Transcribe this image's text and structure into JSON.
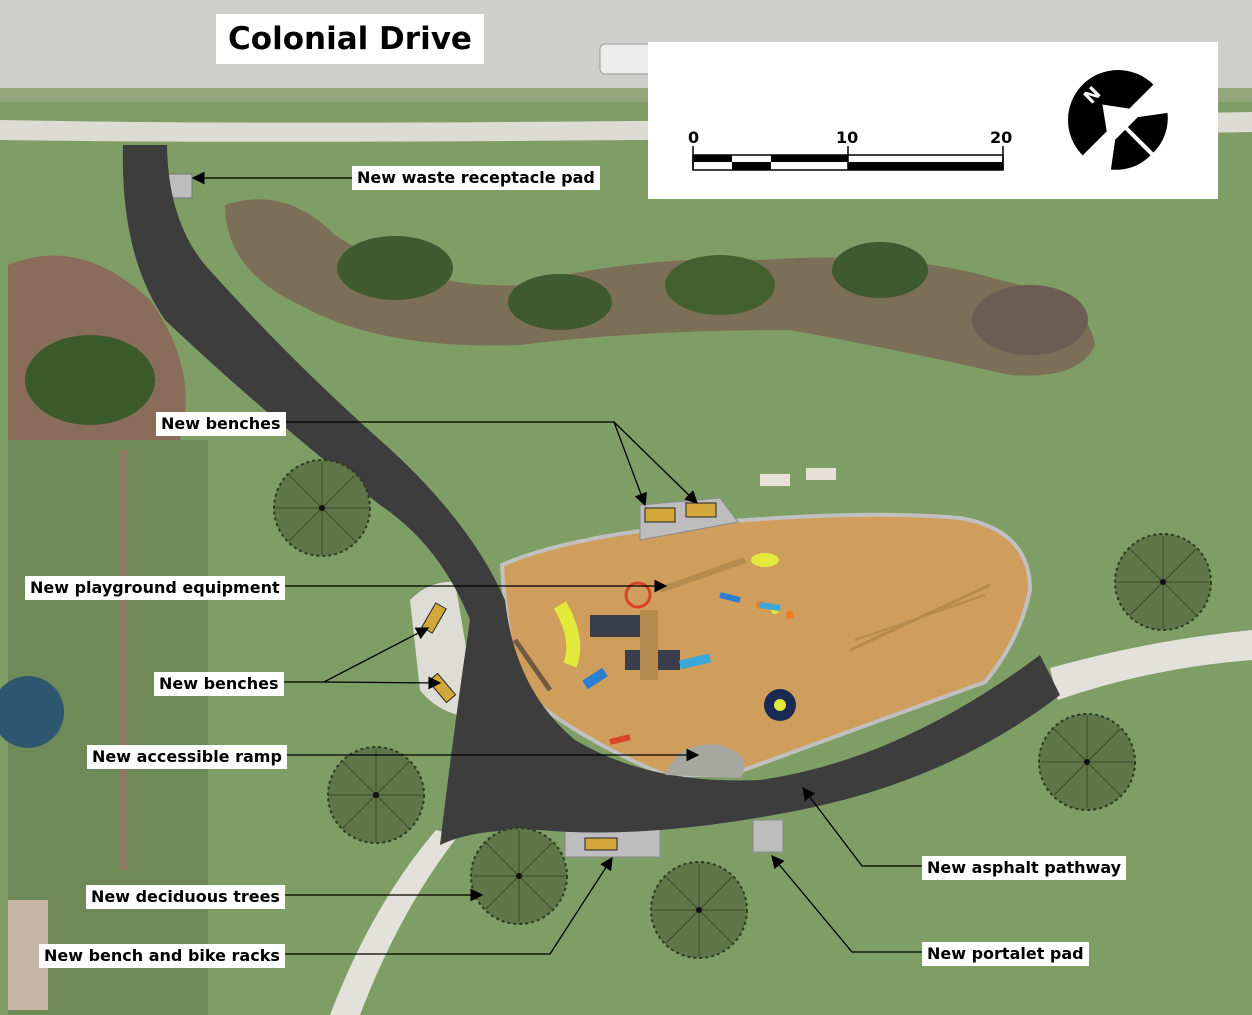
{
  "map": {
    "street_name": "Colonial Drive",
    "scale_ticks": [
      "0",
      "10",
      "20"
    ],
    "north_label": "N",
    "labels": {
      "waste_pad": "New waste receptacle pad",
      "benches_top": "New benches",
      "playground": "New playground equipment",
      "benches_left": "New benches",
      "ramp": "New accessible ramp",
      "trees": "New deciduous trees",
      "bench_bike": "New bench and bike racks",
      "asphalt": "New asphalt pathway",
      "portalet": "New portalet pad"
    },
    "colors": {
      "grass": "#7f9e66",
      "asphalt": "#3d3d3d",
      "play_surface": "#cf9d5c",
      "tree": "#5f7648",
      "concrete": "#b9b9b9"
    }
  }
}
